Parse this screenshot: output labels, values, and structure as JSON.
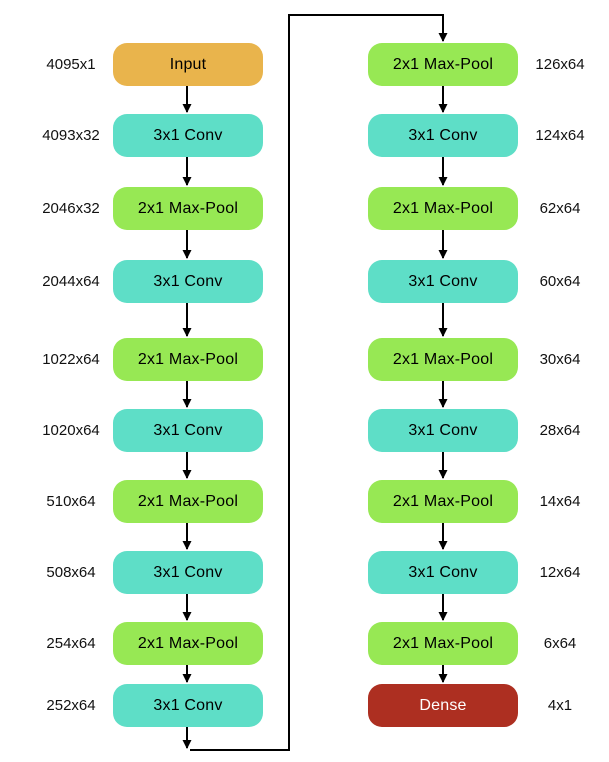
{
  "diagram": {
    "background_color": "#ffffff",
    "wire_color": "#000000",
    "block_types": {
      "input": {
        "fill": "#E9B44C",
        "text_color": "#000000"
      },
      "conv": {
        "fill": "#5EDEC7",
        "text_color": "#000000"
      },
      "pool": {
        "fill": "#97E854",
        "text_color": "#000000"
      },
      "dense": {
        "fill": "#AD2F21",
        "text_color": "#ffffff"
      }
    },
    "left_column": {
      "blocks": [
        {
          "size": "4095x1",
          "label": "Input",
          "type": "input"
        },
        {
          "size": "4093x32",
          "label": "3x1 Conv",
          "type": "conv"
        },
        {
          "size": "2046x32",
          "label": "2x1 Max-Pool",
          "type": "pool"
        },
        {
          "size": "2044x64",
          "label": "3x1 Conv",
          "type": "conv"
        },
        {
          "size": "1022x64",
          "label": "2x1 Max-Pool",
          "type": "pool"
        },
        {
          "size": "1020x64",
          "label": "3x1 Conv",
          "type": "conv"
        },
        {
          "size": "510x64",
          "label": "2x1 Max-Pool",
          "type": "pool"
        },
        {
          "size": "508x64",
          "label": "3x1 Conv",
          "type": "conv"
        },
        {
          "size": "254x64",
          "label": "2x1 Max-Pool",
          "type": "pool"
        },
        {
          "size": "252x64",
          "label": "3x1 Conv",
          "type": "conv"
        }
      ]
    },
    "right_column": {
      "blocks": [
        {
          "size": "126x64",
          "label": "2x1 Max-Pool",
          "type": "pool"
        },
        {
          "size": "124x64",
          "label": "3x1 Conv",
          "type": "conv"
        },
        {
          "size": "62x64",
          "label": "2x1 Max-Pool",
          "type": "pool"
        },
        {
          "size": "60x64",
          "label": "3x1 Conv",
          "type": "conv"
        },
        {
          "size": "30x64",
          "label": "2x1 Max-Pool",
          "type": "pool"
        },
        {
          "size": "28x64",
          "label": "3x1 Conv",
          "type": "conv"
        },
        {
          "size": "14x64",
          "label": "2x1 Max-Pool",
          "type": "pool"
        },
        {
          "size": "12x64",
          "label": "3x1 Conv",
          "type": "conv"
        },
        {
          "size": "6x64",
          "label": "2x1 Max-Pool",
          "type": "pool"
        },
        {
          "size": "4x1",
          "label": "Dense",
          "type": "dense"
        }
      ]
    }
  }
}
